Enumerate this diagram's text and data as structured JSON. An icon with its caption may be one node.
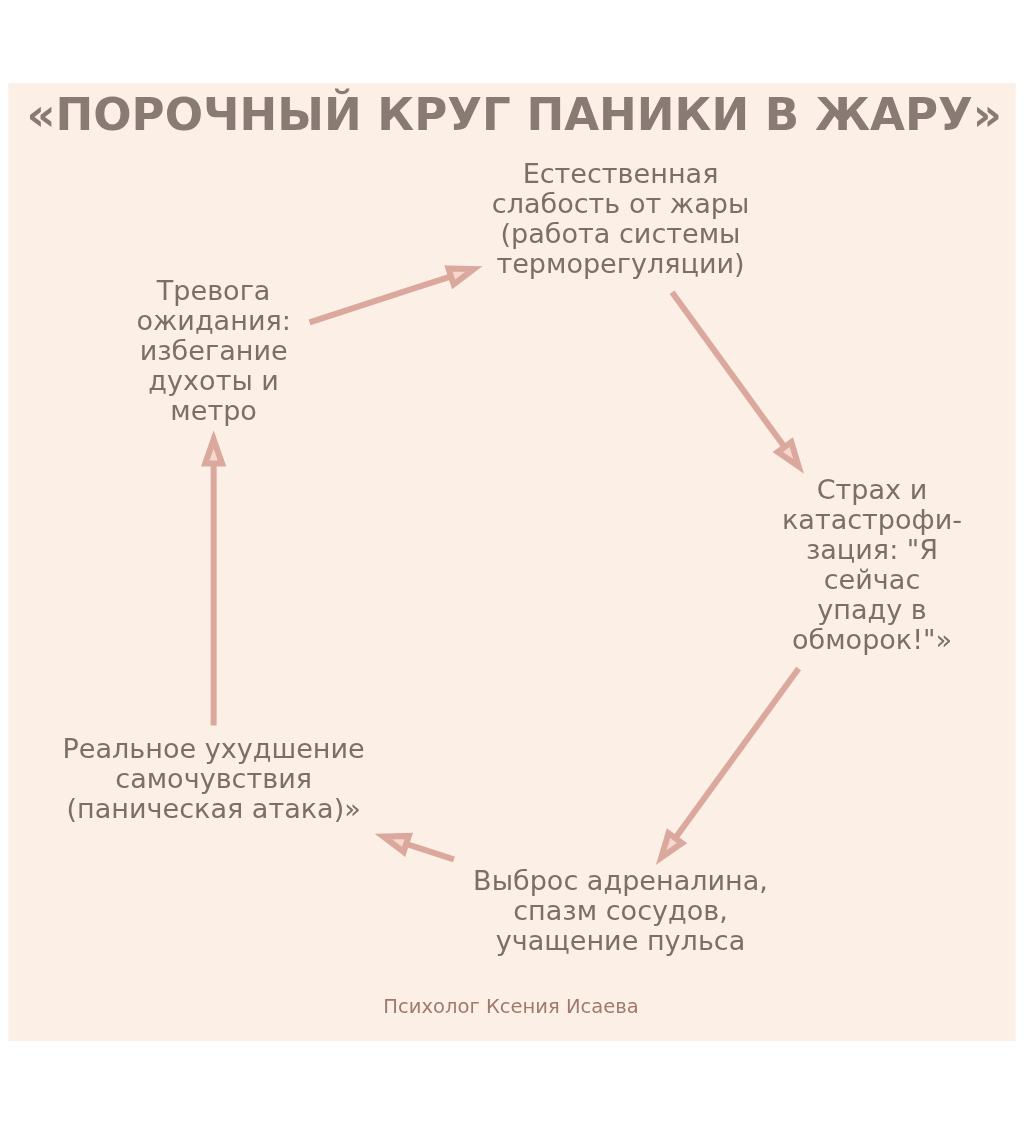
{
  "diagram": {
    "title": "«ПОРОЧНЫЙ КРУГ ПАНИКИ В ЖАРУ»",
    "nodes": [
      {
        "text": [
          "Естественная слабость от жары (работа системы терморегуляции)"
        ]
      },
      {
        "text": [
          "Тревога ожидания: избегание духоты и метро"
        ]
      },
      {
        "text": [
          "Страх и катастрофи- зация: \"Я сейчас упаду в обморок!\"»"
        ]
      },
      {
        "text": [
          "Реальное ухудшение самочувствия (паническая атака)»"
        ]
      },
      {
        "text": [
          "Выброс адреналина, спазм сосудов, учащение пульса"
        ]
      }
    ],
    "edges": [
      {
        "from": 0,
        "to": 2,
        "arrow": "to"
      },
      {
        "from": 2,
        "to": 4,
        "arrow": "to"
      },
      {
        "from": 4,
        "to": 3,
        "arrow": "to"
      },
      {
        "from": 3,
        "to": 1,
        "arrow": "to"
      },
      {
        "from": 1,
        "to": 0,
        "arrow": "to"
      }
    ],
    "labels": [
      "Психолог Ксения Исаева"
    ]
  }
}
